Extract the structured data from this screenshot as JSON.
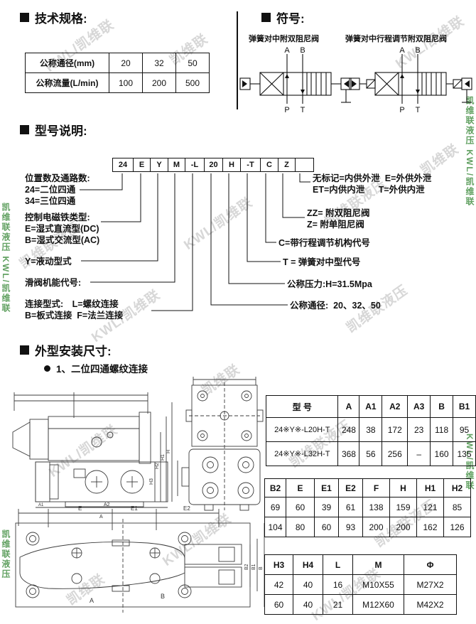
{
  "watermarks": {
    "gray": [
      "KWL/凯维联",
      "凯维联",
      "KWL/凯维联",
      "凯维联液压",
      "KWL/凯维联",
      "凯维联液压",
      "凯维联",
      "KWL/凯维联",
      "凯维联液压",
      "凯维联",
      "KWL/凯维联",
      "凯维联液压",
      "KWL/凯维联",
      "凯维联液压",
      "凯维联",
      "KWL/凯维联"
    ],
    "green": [
      "凯维联液压 KWL/凯维联",
      "凯维联液压 KWL/凯维联",
      "KWL/凯维联",
      "凯维联液压"
    ]
  },
  "tech": {
    "heading": "技术规格:",
    "table": {
      "rows": [
        [
          "公称通径(mm)",
          "20",
          "32",
          "50"
        ],
        [
          "公称流量(L/min)",
          "100",
          "200",
          "500"
        ]
      ]
    }
  },
  "symbols": {
    "heading": "符号:",
    "left_label": "弹簧对中附双阻尼阀",
    "right_label": "弹簧对中行程调节附双阻尼阀",
    "ports_top": [
      "A",
      "B"
    ],
    "ports_bottom": [
      "P",
      "T"
    ]
  },
  "model": {
    "heading": "型号说明:",
    "boxes": [
      "24",
      "E",
      "Y",
      "M",
      "-L",
      "20",
      "H",
      "-T",
      "C",
      "Z",
      ""
    ],
    "left1_l1": "位置数及通路数:",
    "left1_l2": "24=二位四通",
    "left1_l3": "34=三位四通",
    "left2_l1": "控制电磁铁类型:",
    "left2_l2": "E=湿式直流型(DC)",
    "left2_l3": "B=湿式交流型(AC)",
    "left3_l1": "Y=液动型式",
    "left4_l1": "滑阀机能代号:",
    "left5_l1": "连接型式:　L=螺纹连接",
    "left5_l2": "B=板式连接  F=法兰连接",
    "right1_l1": "无标记=内供外泄  E=外供外泄",
    "right1_l2": "ET=内供内泄　  T=外供内泄",
    "right2_l1": "ZZ= 附双阻尼阀",
    "right2_l2": "Z= 附单阻尼阀",
    "right3_l1": "C=带行程调节机构代号",
    "right4_l1": "T = 弹簧对中型代号",
    "right5_l1": "公称压力:H=31.5Mpa",
    "right6_l1": "公称通径:  20、32、50"
  },
  "install": {
    "heading": "外型安装尺寸:",
    "bullet": "1、二位四通螺纹连接"
  },
  "drawings": {
    "side_view": {
      "right_dims": [
        "H3",
        "H2",
        "H1",
        "H"
      ],
      "bottom_dims": [
        "A1",
        "A2",
        "A"
      ]
    },
    "plan_view": {
      "top_dims": [
        "E",
        "E1",
        "E2"
      ],
      "right_dims": [
        "B2",
        "B1",
        "B"
      ],
      "ports": [
        "A",
        "B"
      ]
    }
  },
  "tables": {
    "t1": {
      "headers": [
        "型 号",
        "A",
        "A1",
        "A2",
        "A3",
        "B",
        "B1"
      ],
      "rows": [
        [
          "24※Y※-L20H-T",
          "248",
          "38",
          "172",
          "23",
          "118",
          "95"
        ],
        [
          "24※Y※-L32H-T",
          "368",
          "56",
          "256",
          "–",
          "160",
          "135"
        ]
      ]
    },
    "t2": {
      "headers": [
        "B2",
        "E",
        "E1",
        "E2",
        "F",
        "H",
        "H1",
        "H2"
      ],
      "rows": [
        [
          "69",
          "60",
          "39",
          "61",
          "138",
          "159",
          "121",
          "85"
        ],
        [
          "104",
          "80",
          "60",
          "93",
          "200",
          "200",
          "162",
          "126"
        ]
      ]
    },
    "t3": {
      "headers": [
        "H3",
        "H4",
        "L",
        "M",
        "Φ"
      ],
      "rows": [
        [
          "42",
          "40",
          "16",
          "M10X55",
          "M27X2"
        ],
        [
          "60",
          "40",
          "21",
          "M12X60",
          "M42X2"
        ]
      ]
    }
  }
}
